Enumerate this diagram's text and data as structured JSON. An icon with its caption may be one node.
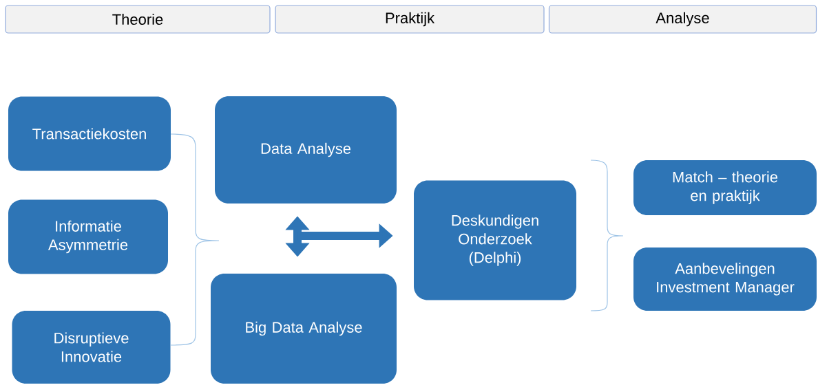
{
  "diagram": {
    "nodes": [
      {
        "text": [
          "Theorie"
        ]
      },
      {
        "text": [
          "Praktijk"
        ]
      },
      {
        "text": [
          "Analyse"
        ]
      },
      {
        "text": [
          "Transactiekosten"
        ]
      },
      {
        "text": [
          "Informatie Asymmetrie"
        ]
      },
      {
        "text": [
          "Disruptieve Innovatie"
        ]
      },
      {
        "text": [
          "Data Analyse"
        ]
      },
      {
        "text": [
          "Big Data Analyse"
        ]
      },
      {
        "text": [
          "Deskundigen Onderzoek (Delphi)"
        ]
      },
      {
        "text": [
          "Match – theorie en praktijk"
        ]
      },
      {
        "text": [
          "Aanbevelingen Investment Manager"
        ]
      }
    ],
    "edges": [
      {
        "from": 6,
        "to": 7,
        "arrow": "both"
      },
      {
        "from": null,
        "to": 8,
        "arrow": "to"
      }
    ]
  }
}
